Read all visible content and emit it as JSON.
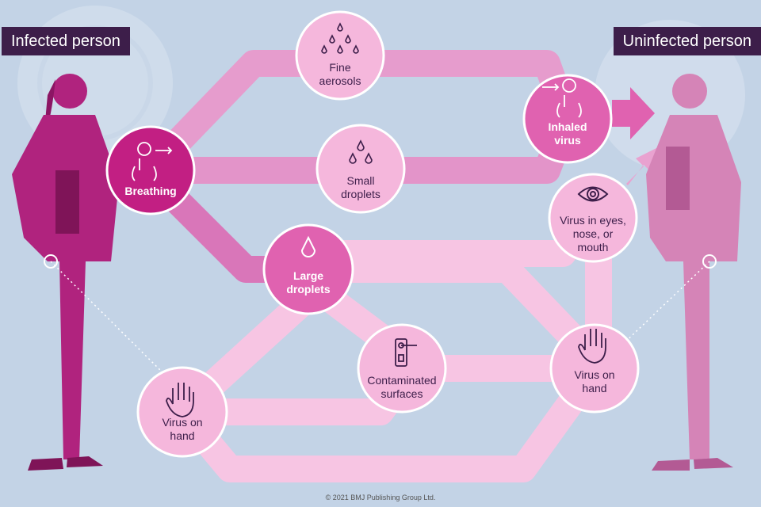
{
  "labels": {
    "infected_person": "Infected person",
    "uninfected_person": "Uninfected person"
  },
  "nodes": {
    "breathing": "Breathing",
    "fine_aerosols": "Fine\naerosols",
    "small_droplets": "Small\ndroplets",
    "large_droplets": "Large\ndroplets",
    "inhaled_virus": "Inhaled\nvirus",
    "virus_eyes": "Virus in eyes,\nnose, or\nmouth",
    "contaminated_surfaces": "Contaminated\nsurfaces",
    "virus_on_hand_left": "Virus on\nhand",
    "virus_on_hand_right": "Virus on\nhand"
  },
  "icons": {
    "breathing": "breathing-person-icon",
    "fine_aerosols": "fine-aerosol-drops-icon",
    "small_droplets": "small-droplets-icon",
    "large_droplets": "large-droplet-icon",
    "inhaled_virus": "inhaling-person-icon",
    "virus_eyes": "eye-icon",
    "contaminated_surfaces": "door-handle-icon",
    "virus_on_hand": "hand-icon"
  },
  "colors": {
    "background": "#c3d3e6",
    "label_bg": "#3d1e4a",
    "node_dark": "#c21f83",
    "node_medium": "#e062b0",
    "node_light": "#f5b7dc",
    "path_dark": "#d769b1",
    "path_light": "#f7c5e3"
  },
  "copyright": "© 2021 BMJ Publishing Group Ltd."
}
